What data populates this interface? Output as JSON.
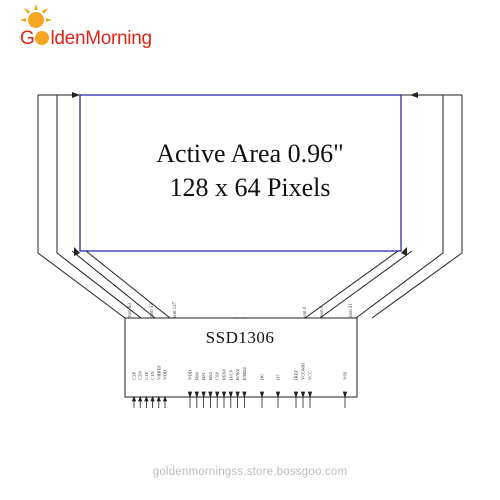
{
  "brand": {
    "name_prefix": "G",
    "name_suffix": "ldenMorning",
    "accent_color": "#e0261a",
    "sun_color": "#f5a623"
  },
  "display": {
    "title_line1": "Active Area 0.96\"",
    "title_line2": "128 x 64 Pixels",
    "frame_color": "#1a1aa8"
  },
  "chip": {
    "label": "SSD1306"
  },
  "segment_labels": {
    "left": [
      "Common 63",
      "Common 32",
      "Segment 127"
    ],
    "right": [
      "Segment 0",
      "Common 0",
      "Common 31"
    ],
    "dots": ". . ."
  },
  "pins": {
    "group1": [
      "C2P",
      "C2N",
      "C1P",
      "C1N",
      "VBREF",
      "VDD"
    ],
    "group2": [
      "VDD",
      "BS0",
      "BS1",
      "BS2",
      "CS#",
      "RES#",
      "D/C#",
      "R/W#",
      "E/RD#"
    ],
    "group3": [
      "D0",
      "D7"
    ],
    "group4": [
      "IREF",
      "VCOMH",
      "VCC"
    ],
    "group5": [
      "VSS"
    ]
  },
  "footer": {
    "url": "goldenmorningss.store.bossgoo.com"
  }
}
